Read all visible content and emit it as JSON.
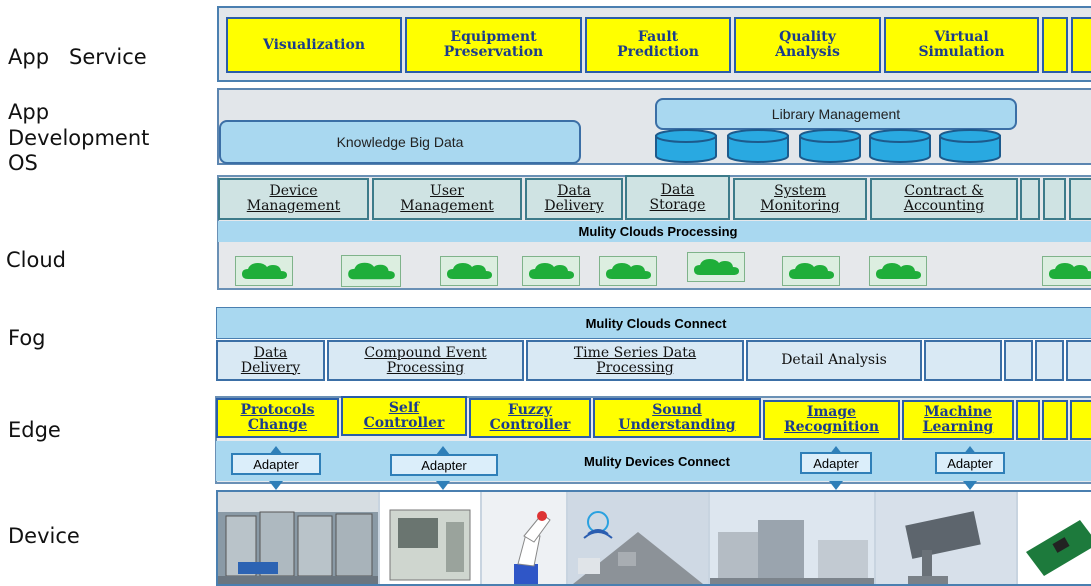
{
  "layers": {
    "app_service": "App   Service",
    "app_dev": "App\nDevelopment\nOS",
    "cloud": "Cloud",
    "fog": "Fog",
    "edge": "Edge",
    "device": "Device"
  },
  "app_service": {
    "items": [
      "Visualization",
      "Equipment\nPreservation",
      "Fault\nPrediction",
      "Quality\nAnalysis",
      "Virtual\nSimulation"
    ]
  },
  "app_dev": {
    "library": "Library Management",
    "knowledge": "Knowledge Big Data"
  },
  "cloud": {
    "items": [
      "Device\nManagement",
      "User\nManagement",
      "Data\nDelivery",
      "Data\nStorage",
      "System\nMonitoring",
      "Contract &\nAccounting"
    ],
    "band": "Mulity Clouds Processing"
  },
  "fog": {
    "band": "Mulity Clouds Connect",
    "items": [
      "Data\nDelivery",
      "Compound Event\nProcessing",
      "Time Series Data\nProcessing",
      "Detail Analysis"
    ]
  },
  "edge": {
    "items": [
      "Protocols\nChange",
      "Self\nController",
      "Fuzzy\nController",
      "Sound\nUnderstanding",
      "Image\nRecognition",
      "Machine\nLearning"
    ],
    "band": "Mulity Devices Connect",
    "adapter": "Adapter"
  },
  "colors": {
    "yellow": "#ffff00",
    "blue_border": "#2a5da8",
    "band": "#a9d8f0",
    "cloud_green": "#1fae3a"
  }
}
